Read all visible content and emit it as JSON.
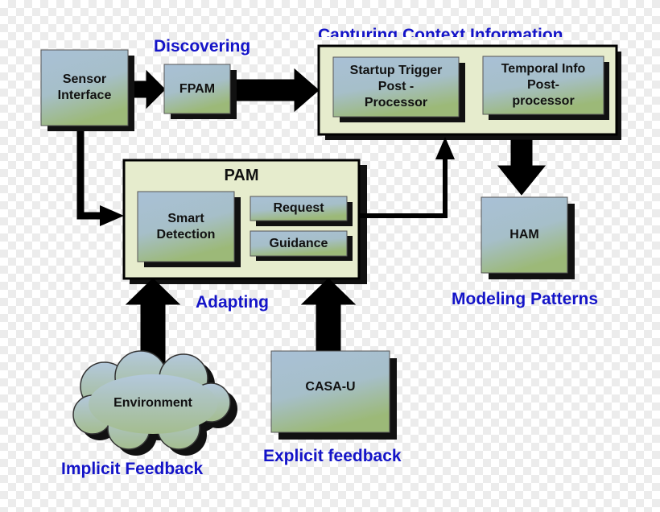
{
  "colors": {
    "box_fill_top": "#a9c0d6",
    "box_fill_bottom": "#9cb978",
    "container_fill": "#e6eccd",
    "caption_blue": "#1414c8",
    "arrow": "#000000"
  },
  "nodes": {
    "sensor_interface": "Sensor\nInterface",
    "fpam": "FPAM",
    "startup_trigger": "Startup Trigger\nPost -\nProcessor",
    "temporal_info": "Temporal Info\nPost-\nprocessor",
    "pam": "PAM",
    "smart_detection": "Smart\nDetection",
    "request": "Request",
    "guidance": "Guidance",
    "ham": "HAM",
    "environment": "Environment",
    "casa_u": "CASA-U"
  },
  "captions": {
    "discovering": "Discovering",
    "capturing": "Capturing Context Information",
    "adapting": "Adapting",
    "modeling_patterns": "Modeling Patterns",
    "implicit_feedback": "Implicit Feedback",
    "explicit_feedback": "Explicit feedback"
  }
}
